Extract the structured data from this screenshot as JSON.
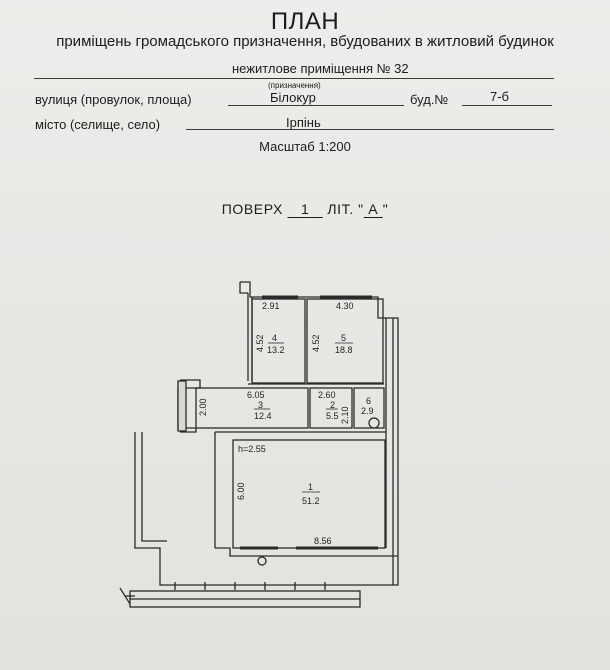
{
  "header": {
    "title": "ПЛАН",
    "subtitle": "приміщень громадського призначення, вбудованих в житловий будинок",
    "premises": "нежитлове приміщення №  32",
    "purpose_note": "(призначення)",
    "street_label": "вулиця (провулок, площа)",
    "street_value": "Білокур",
    "building_label": "буд.№",
    "building_value": "7-б",
    "city_label": "місто (селище, село)",
    "city_value": "Ірпінь",
    "scale": "Масштаб 1:200"
  },
  "floor_line": {
    "floor_label": "ПОВЕРХ",
    "floor_value": "1",
    "lit_label": "ЛІТ. \"",
    "lit_value": "А",
    "lit_close": "\""
  },
  "plan": {
    "rooms": [
      {
        "number": "4",
        "area": "13.2",
        "width": "2.91",
        "depth": "4.52"
      },
      {
        "number": "5",
        "area": "18.8",
        "width": "4.30",
        "depth": "4.52"
      },
      {
        "number": "3",
        "area": "12.4",
        "width": "6.05",
        "depth": "2.00"
      },
      {
        "number": "2",
        "area": "5.5",
        "width": "2.60",
        "depth": "2.10"
      },
      {
        "number": "6",
        "area": "2.9"
      },
      {
        "number": "1",
        "area": "51.2",
        "width": "8.56",
        "depth": "6.00",
        "height": "h=2.55"
      }
    ]
  }
}
